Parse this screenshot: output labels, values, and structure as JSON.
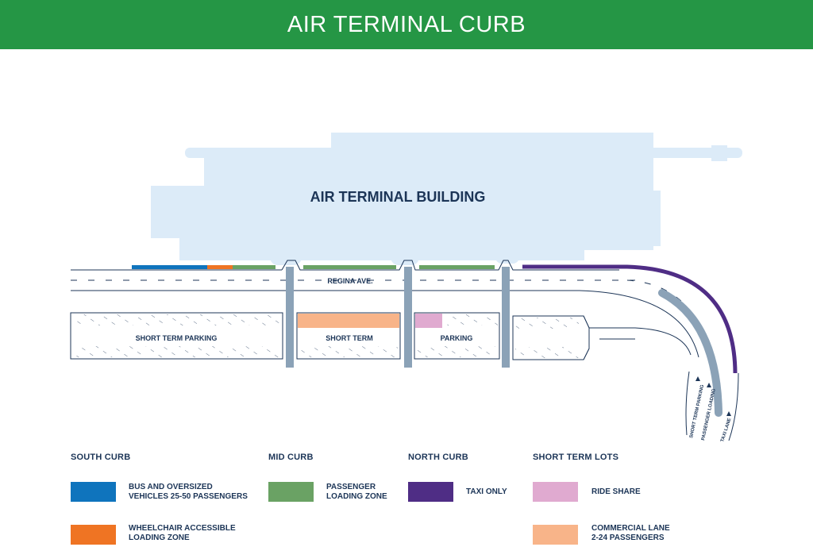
{
  "header": {
    "title": "AIR TERMINAL CURB"
  },
  "map": {
    "building_label": "AIR TERMINAL BUILDING",
    "road_label": "REGINA AVE.",
    "lots": [
      {
        "label": "SHORT TERM PARKING"
      },
      {
        "label": "SHORT TERM"
      },
      {
        "label": "PARKING"
      }
    ],
    "ramp_labels": [
      "SHORT TERM PARKING",
      "PASSENGER LOADING",
      "TAXI LANE"
    ]
  },
  "colors": {
    "header_green": "#259645",
    "building": "#dcebf8",
    "bus": "#0f74bd",
    "wheelchair": "#ef7423",
    "passenger_loading": "#6aa264",
    "taxi": "#4f2d85",
    "ride_share": "#e0aad0",
    "commercial": "#f8b489",
    "walkway": "#8ba2b7",
    "outline": "#1c3557"
  },
  "legend": {
    "south": {
      "heading": "SOUTH CURB",
      "items": [
        {
          "lines": [
            "BUS AND OVERSIZED",
            "VEHICLES 25-50 PASSENGERS"
          ],
          "color": "#0f74bd"
        },
        {
          "lines": [
            "WHEELCHAIR ACCESSIBLE",
            "LOADING ZONE"
          ],
          "color": "#ef7423"
        }
      ]
    },
    "mid": {
      "heading": "MID CURB",
      "items": [
        {
          "lines": [
            "PASSENGER",
            "LOADING ZONE"
          ],
          "color": "#6aa264"
        }
      ]
    },
    "north": {
      "heading": "NORTH CURB",
      "items": [
        {
          "lines": [
            "TAXI ONLY"
          ],
          "color": "#4f2d85"
        }
      ]
    },
    "lots": {
      "heading": "SHORT TERM LOTS",
      "items": [
        {
          "lines": [
            "RIDE SHARE"
          ],
          "color": "#e0aad0"
        },
        {
          "lines": [
            "COMMERCIAL LANE",
            "2-24 PASSENGERS"
          ],
          "color": "#f8b489"
        }
      ]
    }
  }
}
